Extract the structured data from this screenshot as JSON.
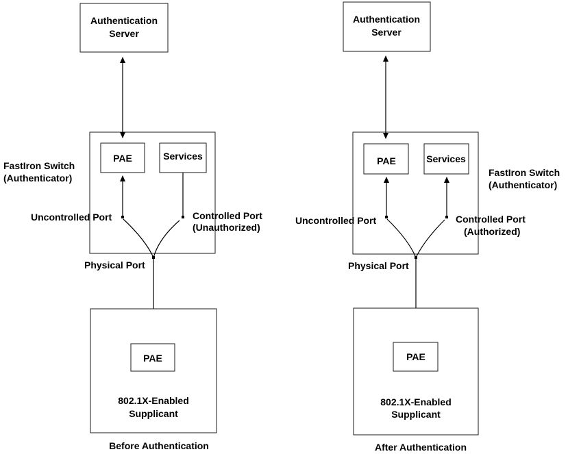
{
  "left": {
    "auth_server": [
      "Authentication",
      "Server"
    ],
    "switch_label": [
      "FastIron Switch",
      "(Authenticator)"
    ],
    "pae": "PAE",
    "services": "Services",
    "uncontrolled_port": "Uncontrolled Port",
    "controlled_port": [
      "Controlled Port",
      "(Unauthorized)"
    ],
    "physical_port": "Physical Port",
    "supplicant_pae": "PAE",
    "supplicant": [
      "802.1X-Enabled",
      "Supplicant"
    ],
    "caption": "Before Authentication"
  },
  "right": {
    "auth_server": [
      "Authentication",
      "Server"
    ],
    "switch_label": [
      "FastIron Switch",
      "(Authenticator)"
    ],
    "pae": "PAE",
    "services": "Services",
    "uncontrolled_port": "Uncontrolled Port",
    "controlled_port": [
      "Controlled Port",
      "(Authorized)"
    ],
    "physical_port": "Physical Port",
    "supplicant_pae": "PAE",
    "supplicant": [
      "802.1X-Enabled",
      "Supplicant"
    ],
    "caption": "After Authentication"
  }
}
